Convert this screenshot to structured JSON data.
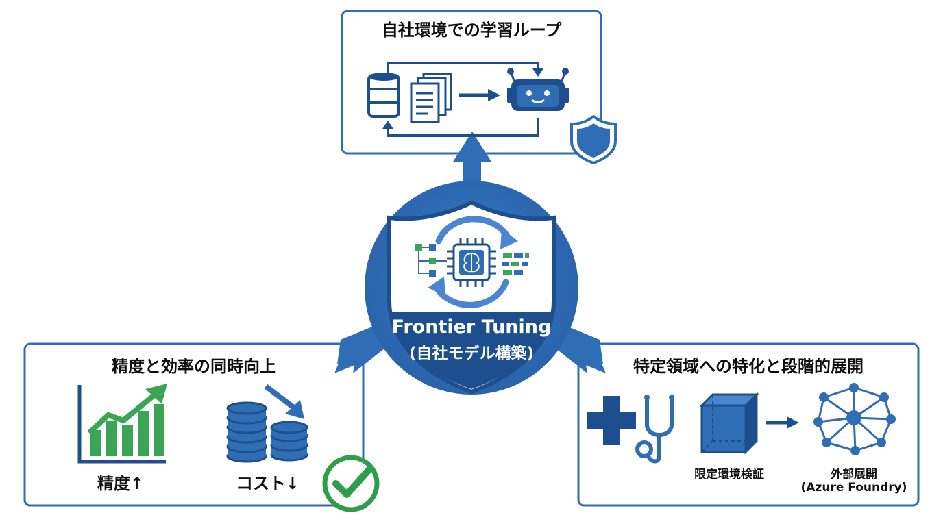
{
  "top_panel": {
    "title": "自社環境での学習ループ"
  },
  "center": {
    "title": "Frontier Tuning",
    "subtitle": "(自社モデル構築)"
  },
  "left_panel": {
    "title": "精度と効率の同時向上",
    "accuracy_label": "精度↑",
    "cost_label": "コスト↓"
  },
  "right_panel": {
    "title": "特定領域への特化と段階的展開",
    "limited_label": "限定環境検証",
    "external_label": "外部展開",
    "external_sub": "(Azure Foundry)"
  },
  "colors": {
    "primary_blue": "#2f6db5",
    "dark_blue": "#1d4f8f",
    "green": "#3aa655",
    "check_green": "#2e9e4a"
  }
}
